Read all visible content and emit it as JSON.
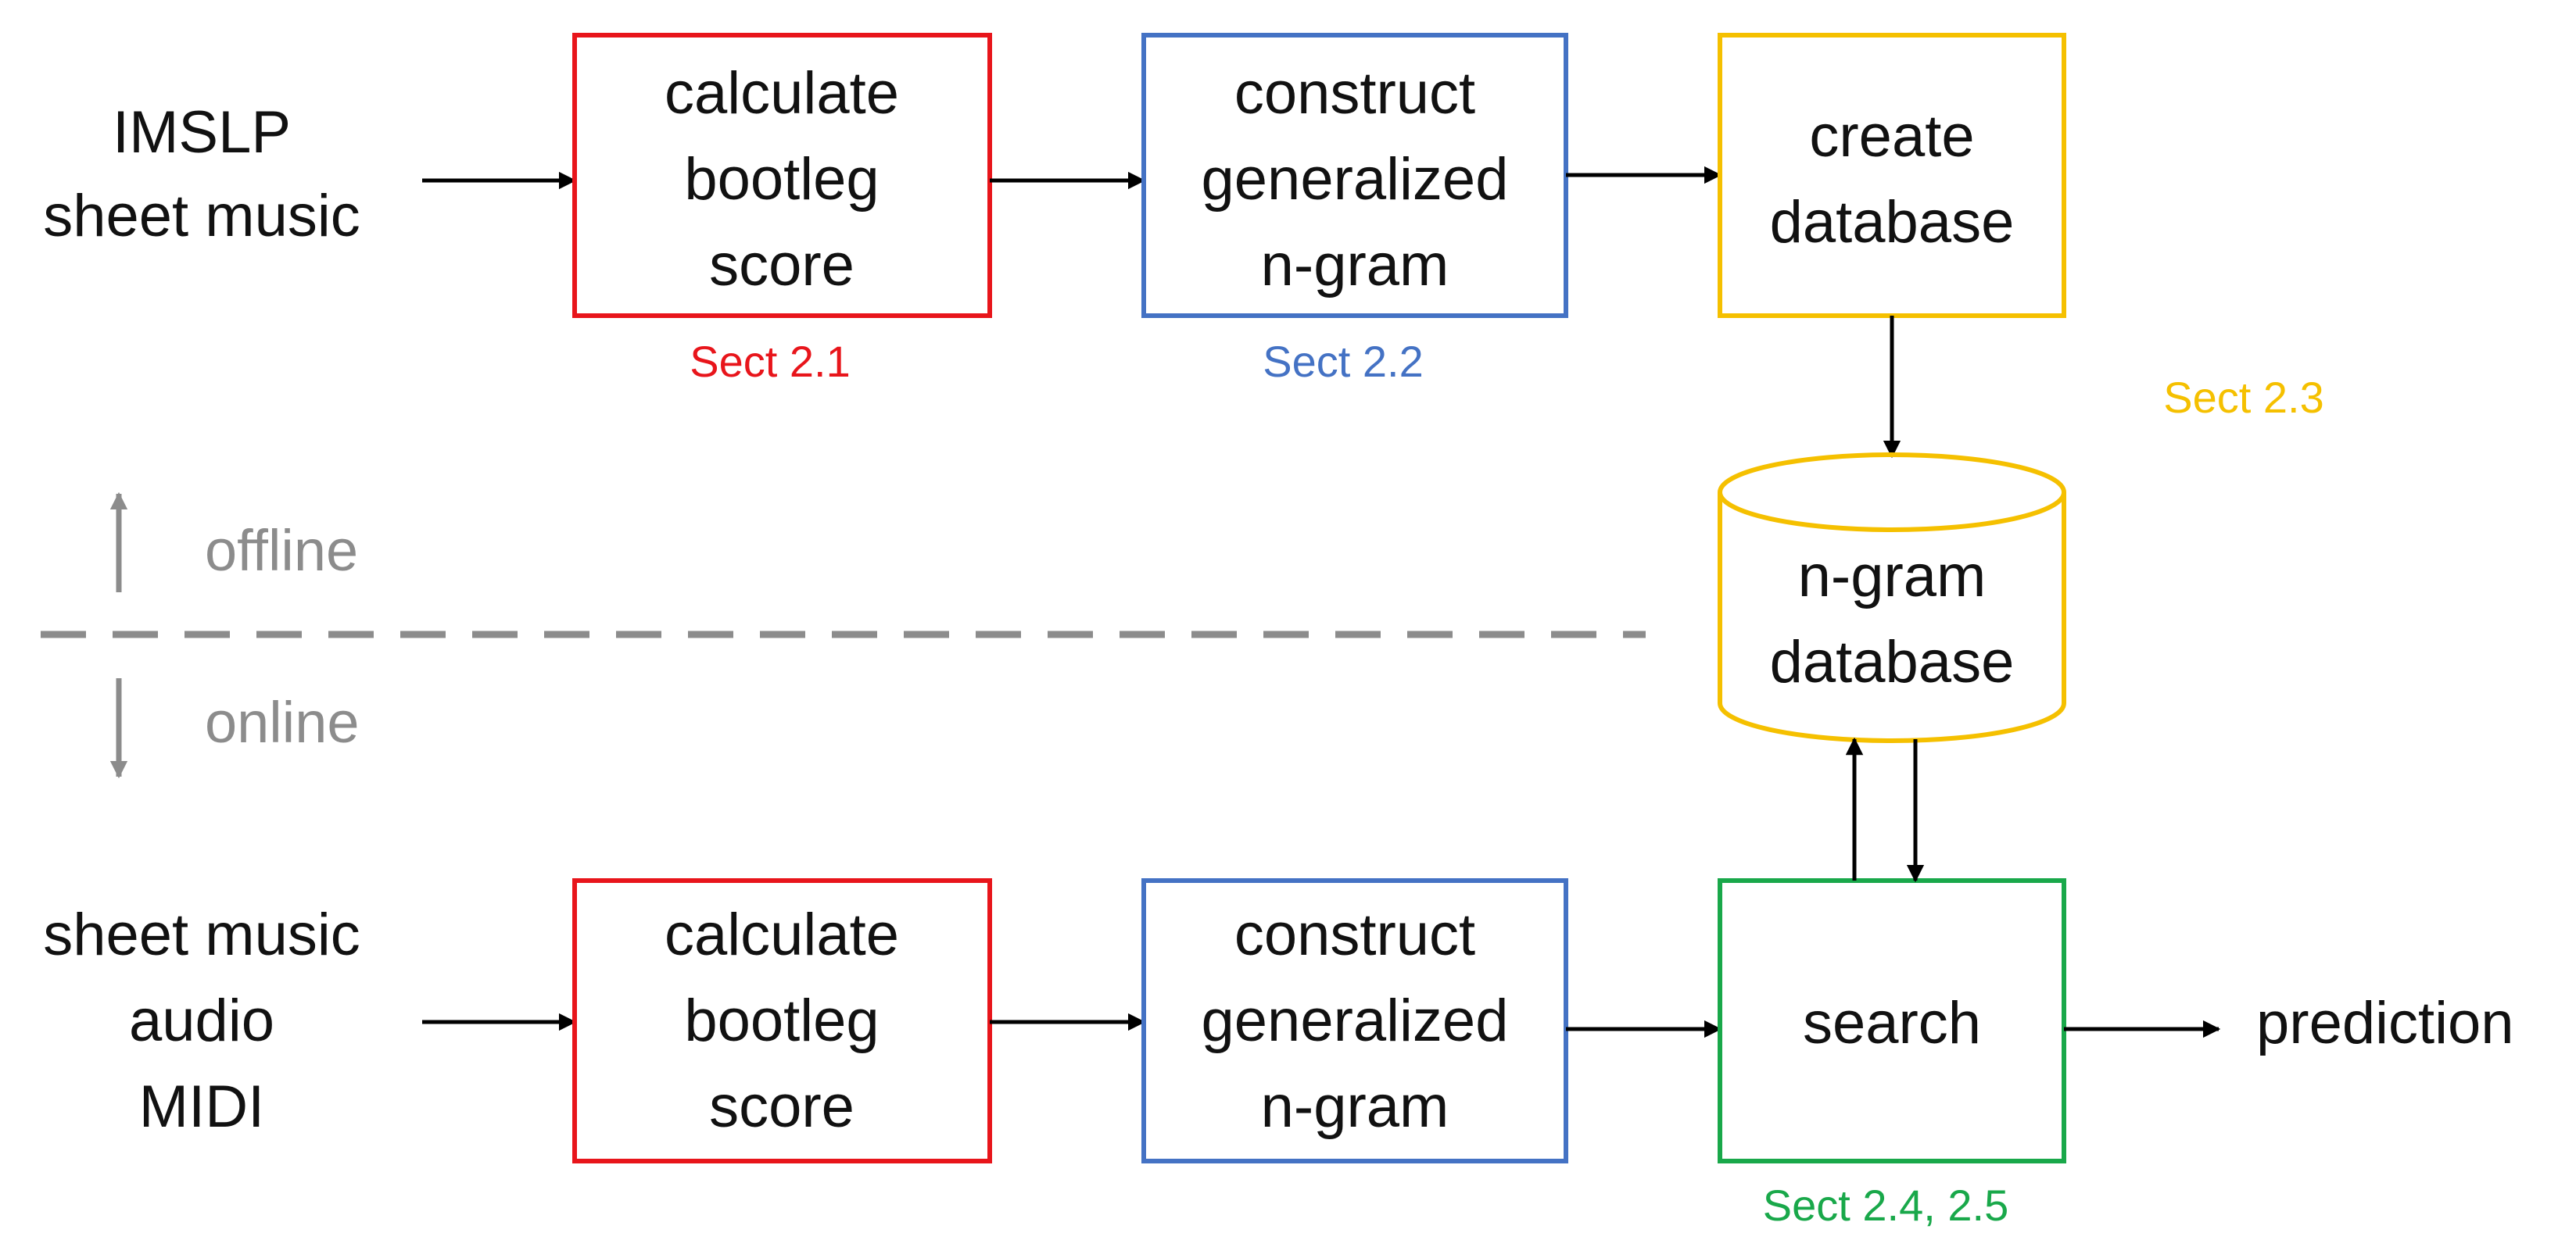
{
  "colors": {
    "red": "#e8151b",
    "blue": "#4472c4",
    "gold": "#f5c000",
    "green": "#19a84a",
    "gray": "#8c8c8c",
    "black": "#000000"
  },
  "inputs": {
    "top_line1": "IMSLP",
    "top_line2": "sheet music",
    "bottom_line1": "sheet music",
    "bottom_line2": "audio",
    "bottom_line3": "MIDI"
  },
  "boxes": {
    "bootleg_top": {
      "line1": "calculate",
      "line2": "bootleg",
      "line3": "score"
    },
    "ngram_top": {
      "line1": "construct",
      "line2": "generalized",
      "line3": "n-gram"
    },
    "create_db": {
      "line1": "create",
      "line2": "database"
    },
    "bootleg_bottom": {
      "line1": "calculate",
      "line2": "bootleg",
      "line3": "score"
    },
    "ngram_bottom": {
      "line1": "construct",
      "line2": "generalized",
      "line3": "n-gram"
    },
    "search": {
      "line1": "search"
    }
  },
  "database": {
    "line1": "n-gram",
    "line2": "database"
  },
  "sections": {
    "s21": "Sect 2.1",
    "s22": "Sect 2.2",
    "s23": "Sect 2.3",
    "s2425": "Sect 2.4, 2.5"
  },
  "modes": {
    "offline": "offline",
    "online": "online"
  },
  "output": {
    "prediction": "prediction"
  }
}
